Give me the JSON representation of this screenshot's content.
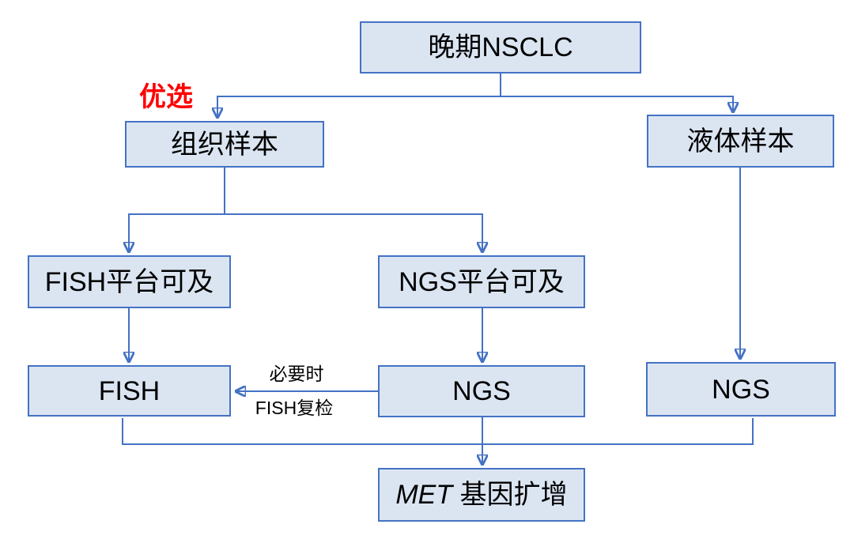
{
  "diagram": {
    "nodes": {
      "advanced_nsclc": {
        "label": "晚期NSCLC"
      },
      "tissue_sample": {
        "label": "组织样本"
      },
      "liquid_sample": {
        "label": "液体样本"
      },
      "fish_platform": {
        "label": "FISH平台可及"
      },
      "ngs_platform": {
        "label": "NGS平台可及"
      },
      "fish": {
        "label": "FISH"
      },
      "ngs_tissue": {
        "label": "NGS"
      },
      "ngs_liquid": {
        "label": "NGS"
      },
      "met_amplification": {
        "label_italic": "MET",
        "label_rest": "基因扩增"
      }
    },
    "annotations": {
      "preferred": "优选",
      "recheck_line1": "必要时",
      "recheck_line2": "FISH复检"
    },
    "colors": {
      "box_fill": "#dbe5f2",
      "box_border": "#4472c4",
      "connector": "#4472c4",
      "preferred_text": "#ff0000",
      "text": "#000000",
      "background": "#ffffff"
    }
  }
}
